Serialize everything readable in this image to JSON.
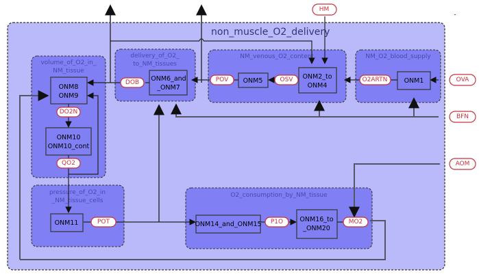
{
  "diagram": {
    "title": "non_muscle_O2_delivery",
    "groups": {
      "volume": [
        "volume_of_O2_in_",
        "NM_tissue"
      ],
      "delivery": [
        "delivery_of_O2_",
        "to_NM_tissues"
      ],
      "venous": "NM_venous_O2_content",
      "supply": "NM_O2_blood_supply",
      "pressure": [
        "pressure_of_O2_in",
        "_NM_tissue_cells"
      ],
      "consumption": "O2_consumption_by_NM_tissue"
    },
    "nodes": {
      "onm8": [
        "ONM8",
        "ONM9"
      ],
      "onm10": [
        "ONM10",
        "ONM10_cont"
      ],
      "onm6": [
        "ONM6_and",
        "_ONM7"
      ],
      "onm5": "ONM5",
      "onm2": [
        "ONM2_to",
        "ONM4"
      ],
      "onm1": "ONM1",
      "onm11": "ONM11",
      "onm14": "ONM14_and_ONM15",
      "onm16": [
        "ONM16_to",
        "_ONM20"
      ]
    },
    "variables": {
      "dob": "DOB",
      "do2n": "DO2N",
      "qo2": "QO2",
      "pov": "POV",
      "osv": "OSV",
      "o2artn": "O2ARTN",
      "pot": "POT",
      "p1o": "P1O",
      "mo2": "MO2"
    },
    "external_inputs": {
      "hm": "HM",
      "ova": "OVA",
      "bfn": "BFN",
      "aom": "AOM"
    }
  }
}
